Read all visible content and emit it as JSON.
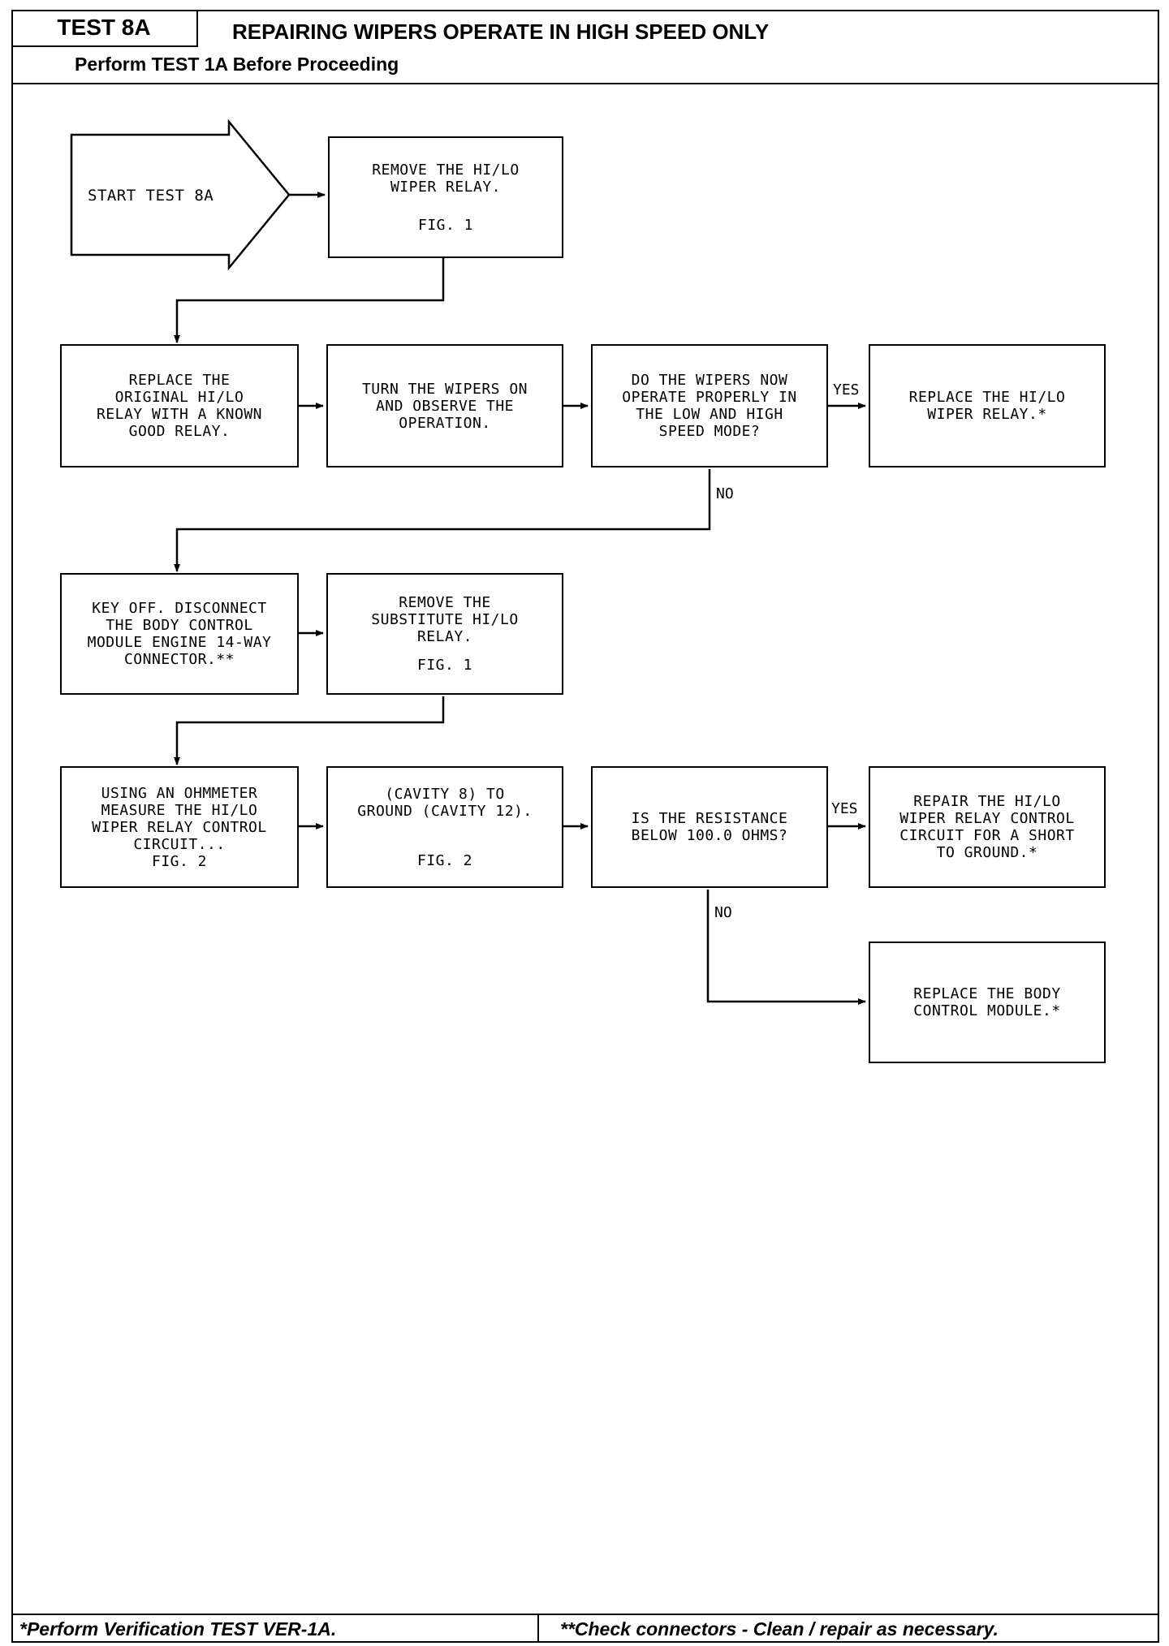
{
  "header": {
    "test_tag": "TEST 8A",
    "title": "REPAIRING WIPERS OPERATE IN HIGH SPEED ONLY",
    "subtitle": "Perform TEST 1A Before Proceeding"
  },
  "flow": {
    "start": "START TEST 8A",
    "remove_relay": {
      "text": "REMOVE THE HI/LO\nWIPER RELAY.",
      "fig": "FIG. 1"
    },
    "replace_original": "REPLACE THE\nORIGINAL HI/LO\nRELAY WITH A KNOWN\nGOOD RELAY.",
    "turn_wipers_on": "TURN THE WIPERS ON\nAND OBSERVE THE\nOPERATION.",
    "q_wipers_operate": "DO THE WIPERS NOW\nOPERATE PROPERLY IN\nTHE LOW AND HIGH\nSPEED MODE?",
    "replace_hilo_relay": "REPLACE THE HI/LO\nWIPER RELAY.*",
    "key_off": "KEY OFF. DISCONNECT\nTHE BODY CONTROL\nMODULE ENGINE 14-WAY\nCONNECTOR.**",
    "remove_substitute": {
      "text": "REMOVE THE\nSUBSTITUTE HI/LO\nRELAY.",
      "fig": "FIG. 1"
    },
    "using_ohmmeter": "USING AN OHMMETER\nMEASURE THE HI/LO\nWIPER RELAY CONTROL\nCIRCUIT...\nFIG. 2",
    "cavity": {
      "text": "(CAVITY 8) TO\nGROUND (CAVITY 12).",
      "fig": "FIG. 2"
    },
    "q_resistance": "IS THE RESISTANCE\nBELOW 100.0 OHMS?",
    "repair_circuit": "REPAIR THE HI/LO\nWIPER RELAY CONTROL\nCIRCUIT FOR A SHORT\nTO GROUND.*",
    "replace_bcm": "REPLACE THE BODY\nCONTROL MODULE.*",
    "yes_label": "YES",
    "no_label": "NO"
  },
  "footer": {
    "left": "*Perform Verification TEST VER-1A.",
    "right": "**Check connectors - Clean / repair as necessary."
  }
}
